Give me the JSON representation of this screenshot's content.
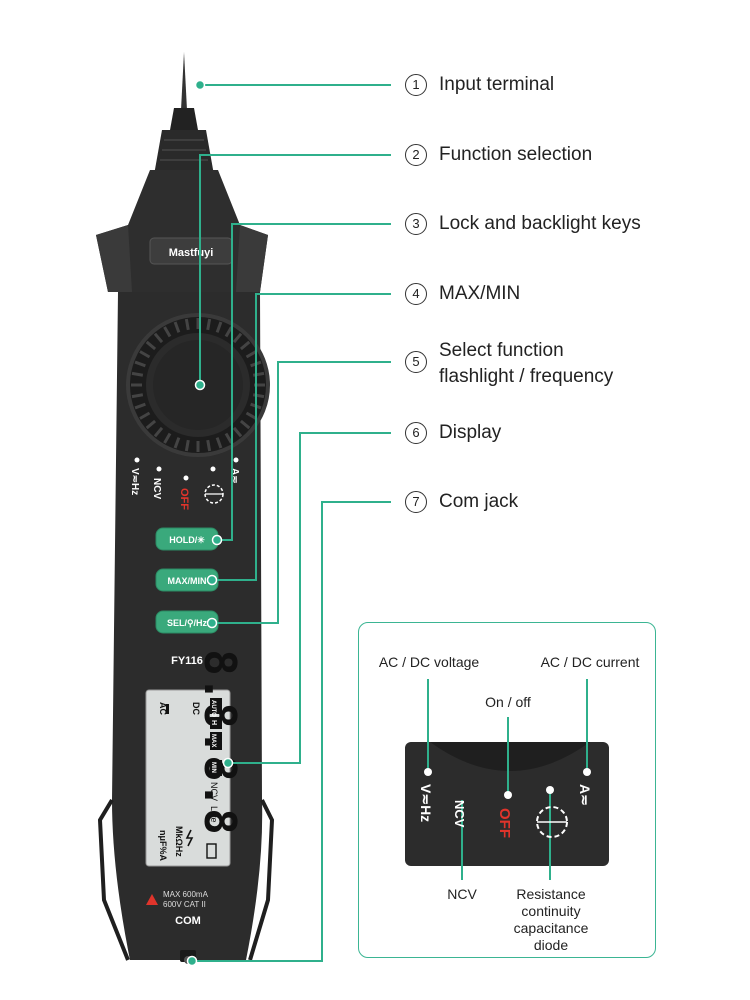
{
  "colors": {
    "accent": "#2fb08c",
    "body": "#2c2c2c",
    "button": "#3aa97c",
    "off": "#e0342b",
    "screen": "#d9dcdb"
  },
  "device": {
    "brand": "Mastfuyi",
    "model": "FY116",
    "dial_marks": {
      "volt": "V≂Hz",
      "ncv": "NCV",
      "off": "OFF",
      "amp": "A≂"
    },
    "buttons": {
      "hold": "HOLD/✳",
      "maxmin": "MAX/MIN",
      "sel": "SEL/⚲/Hz"
    },
    "lcd": {
      "digits": "8.8.8.8",
      "ac": "AC",
      "dc": "DC",
      "auto": "AUTO",
      "h": "H",
      "max": "MAX",
      "min": "MIN",
      "ncv": "NCV",
      "live": "Live",
      "units": "MkΩHz",
      "units2": "nμF%A"
    },
    "rating": "MAX 600mA\n600V CAT II",
    "com": "COM"
  },
  "callouts": [
    {
      "num": "1",
      "label": "Input terminal"
    },
    {
      "num": "2",
      "label": "Function selection"
    },
    {
      "num": "3",
      "label": "Lock and backlight keys"
    },
    {
      "num": "4",
      "label": "MAX/MIN"
    },
    {
      "num": "5",
      "label": "Select function\nflashlight / frequency"
    },
    {
      "num": "6",
      "label": "Display"
    },
    {
      "num": "7",
      "label": "Com jack"
    }
  ],
  "inset": {
    "labels": {
      "acdc_voltage": "AC / DC voltage",
      "acdc_current": "AC / DC current",
      "onoff": "On / off",
      "ncv": "NCV",
      "resistance": "Resistance\ncontinuity\ncapacitance\ndiode"
    },
    "marks": {
      "volt": "V≂Hz",
      "ncv": "NCV",
      "off": "OFF",
      "amp": "A≂"
    }
  }
}
